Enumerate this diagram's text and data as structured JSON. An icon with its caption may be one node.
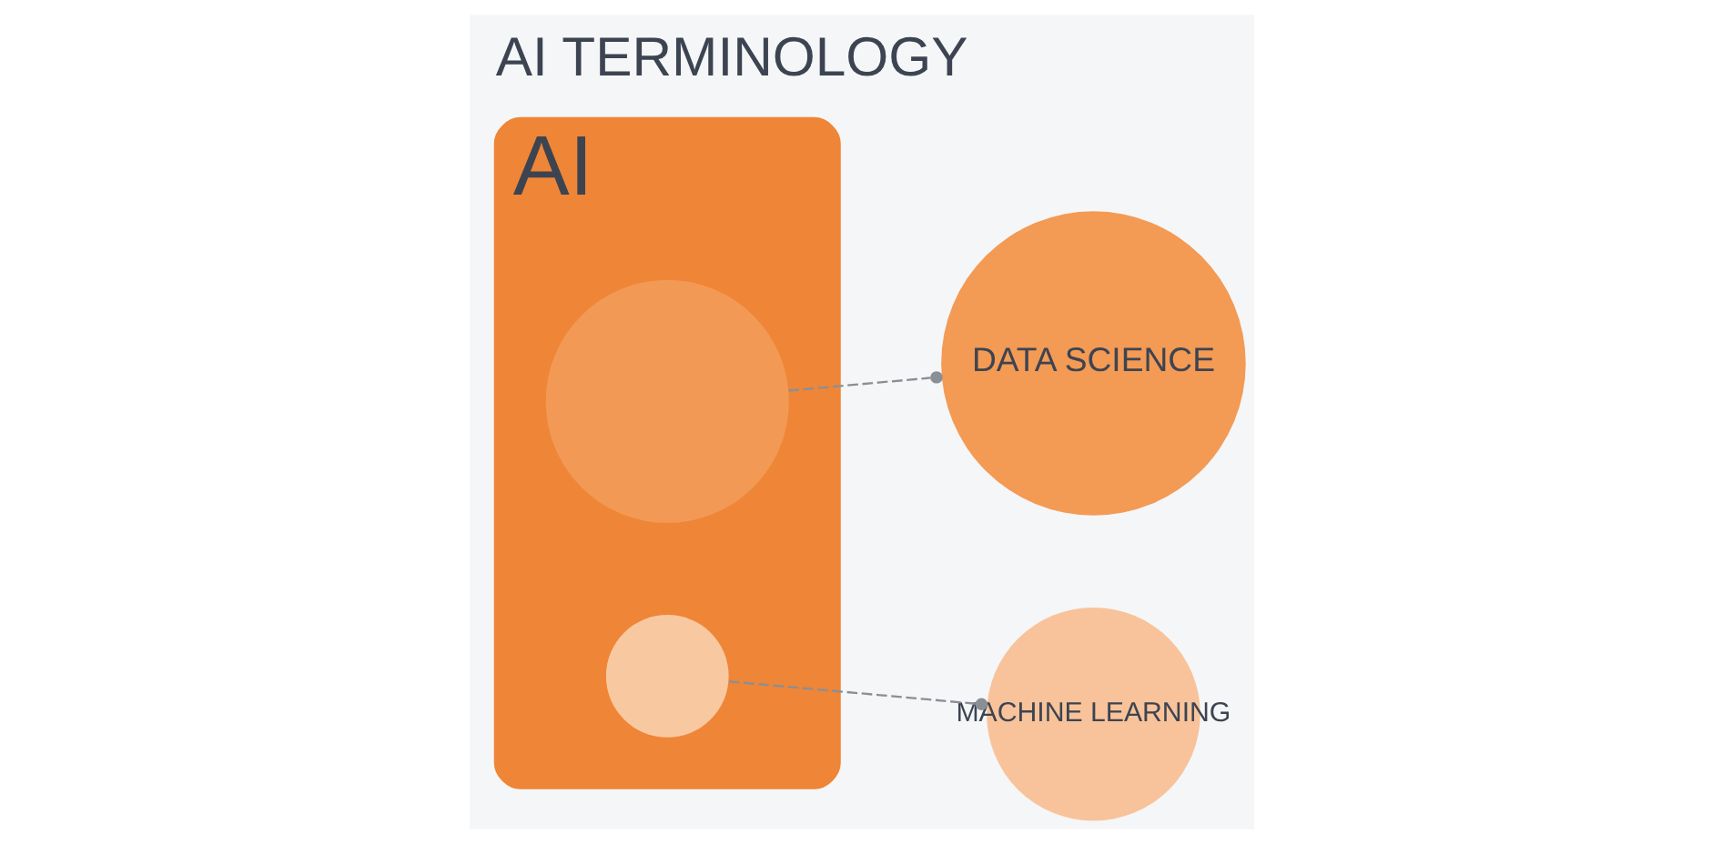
{
  "diagram": {
    "title": "AI TERMINOLOGY",
    "nodes": [
      {
        "text": [
          "AI"
        ]
      },
      {
        "text": [],
        "shape": "circle",
        "in": 0
      },
      {
        "text": [],
        "shape": "circle",
        "in": 0
      },
      {
        "text": [
          "DATA SCIENCE"
        ]
      },
      {
        "text": [
          "MACHINE LEARNING"
        ]
      }
    ],
    "edges": [
      {
        "from": 2,
        "to": 4,
        "arrow": "other",
        "style": "dashed"
      },
      {
        "from": 1,
        "to": 3,
        "arrow": "other",
        "style": "dashed"
      }
    ]
  }
}
